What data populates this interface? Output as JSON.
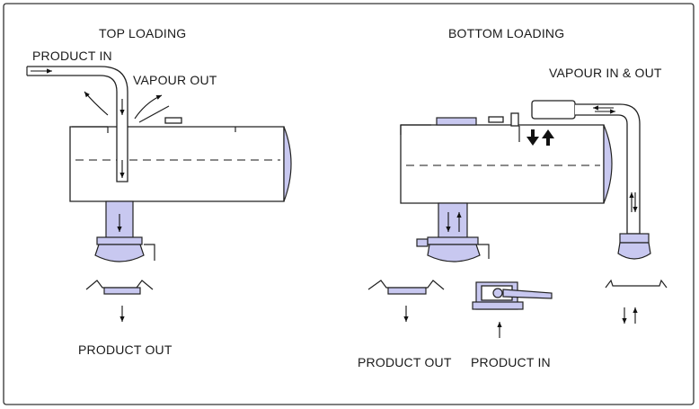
{
  "colors": {
    "fitting_fill": "#c8c8f0",
    "outline": "#222222",
    "frame": "#333333"
  },
  "top_loading": {
    "title": "TOP LOADING",
    "product_in_label": "PRODUCT IN",
    "vapour_out_label": "VAPOUR OUT",
    "product_out_label": "PRODUCT OUT"
  },
  "bottom_loading": {
    "title": "BOTTOM LOADING",
    "vapour_label": "VAPOUR IN & OUT",
    "product_out_label": "PRODUCT OUT",
    "product_in_label": "PRODUCT IN"
  }
}
